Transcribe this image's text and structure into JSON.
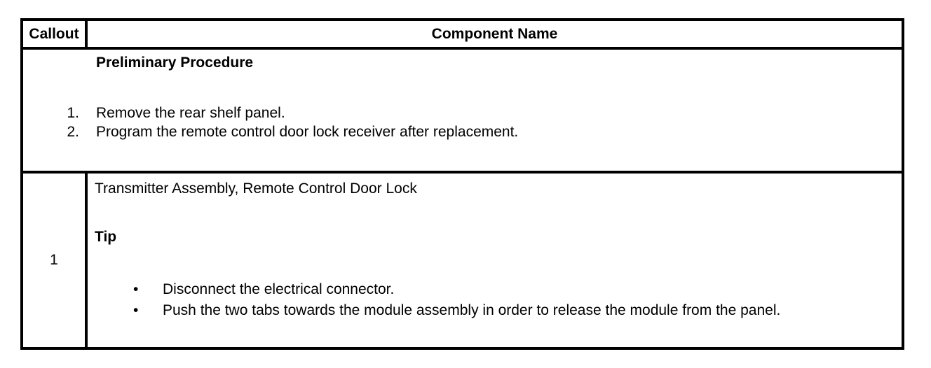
{
  "colors": {
    "background": "#ffffff",
    "text": "#000000",
    "border": "#000000"
  },
  "table": {
    "headers": {
      "callout": "Callout",
      "component": "Component Name"
    },
    "rows": [
      {
        "callout": "",
        "title": "Preliminary Procedure",
        "list_type": "numbered",
        "items": [
          {
            "marker": "1.",
            "text": "Remove the rear shelf panel."
          },
          {
            "marker": "2.",
            "text": "Program the remote control door lock receiver after replacement."
          }
        ]
      },
      {
        "callout": "1",
        "name": "Transmitter Assembly, Remote Control Door Lock",
        "tip_label": "Tip",
        "list_type": "bulleted",
        "bullet_glyph": "•",
        "items": [
          {
            "marker": "•",
            "text": "Disconnect the electrical connector."
          },
          {
            "marker": "•",
            "text": "Push the two tabs towards the module assembly in order to release the module from the panel."
          }
        ]
      }
    ]
  }
}
